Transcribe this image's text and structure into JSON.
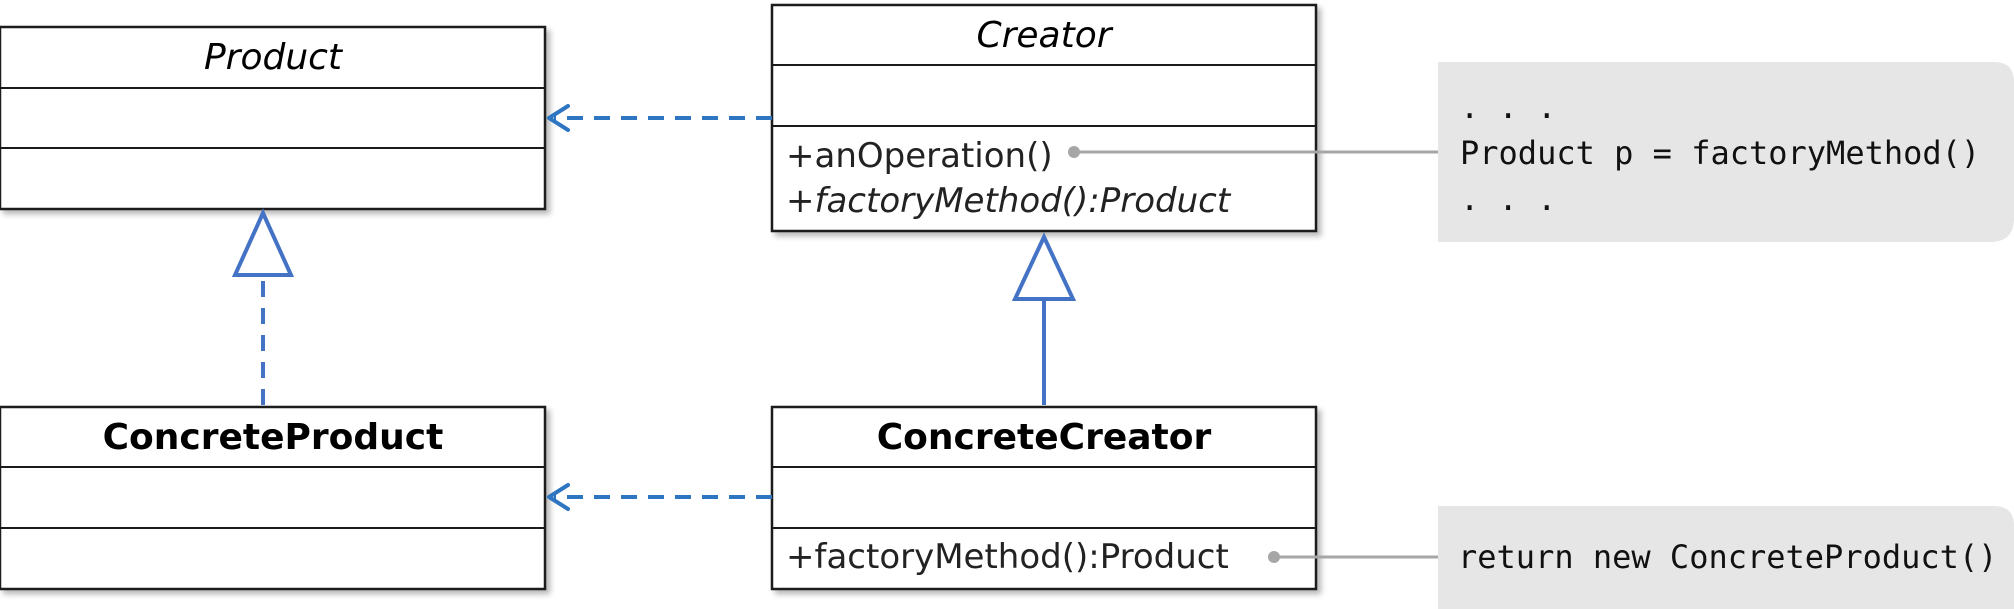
{
  "classes": {
    "product": {
      "name": "Product",
      "members": []
    },
    "creator": {
      "name": "Creator",
      "members": [
        "+anOperation()",
        "+factoryMethod():Product"
      ]
    },
    "concrete_product": {
      "name": "ConcreteProduct",
      "members": []
    },
    "concrete_creator": {
      "name": "ConcreteCreator",
      "members": [
        "+factoryMethod():Product"
      ]
    }
  },
  "notes": {
    "an_operation": {
      "lines": [
        ". . .",
        "Product p = factoryMethod()",
        ". . ."
      ]
    },
    "factory_method": {
      "lines": [
        "return new ConcreteProduct()"
      ]
    }
  },
  "colors": {
    "dependency": "#2f76c2",
    "generalization": "#4472c4",
    "note_fill": "#e6e6e6",
    "note_link": "#a6a6a6"
  }
}
